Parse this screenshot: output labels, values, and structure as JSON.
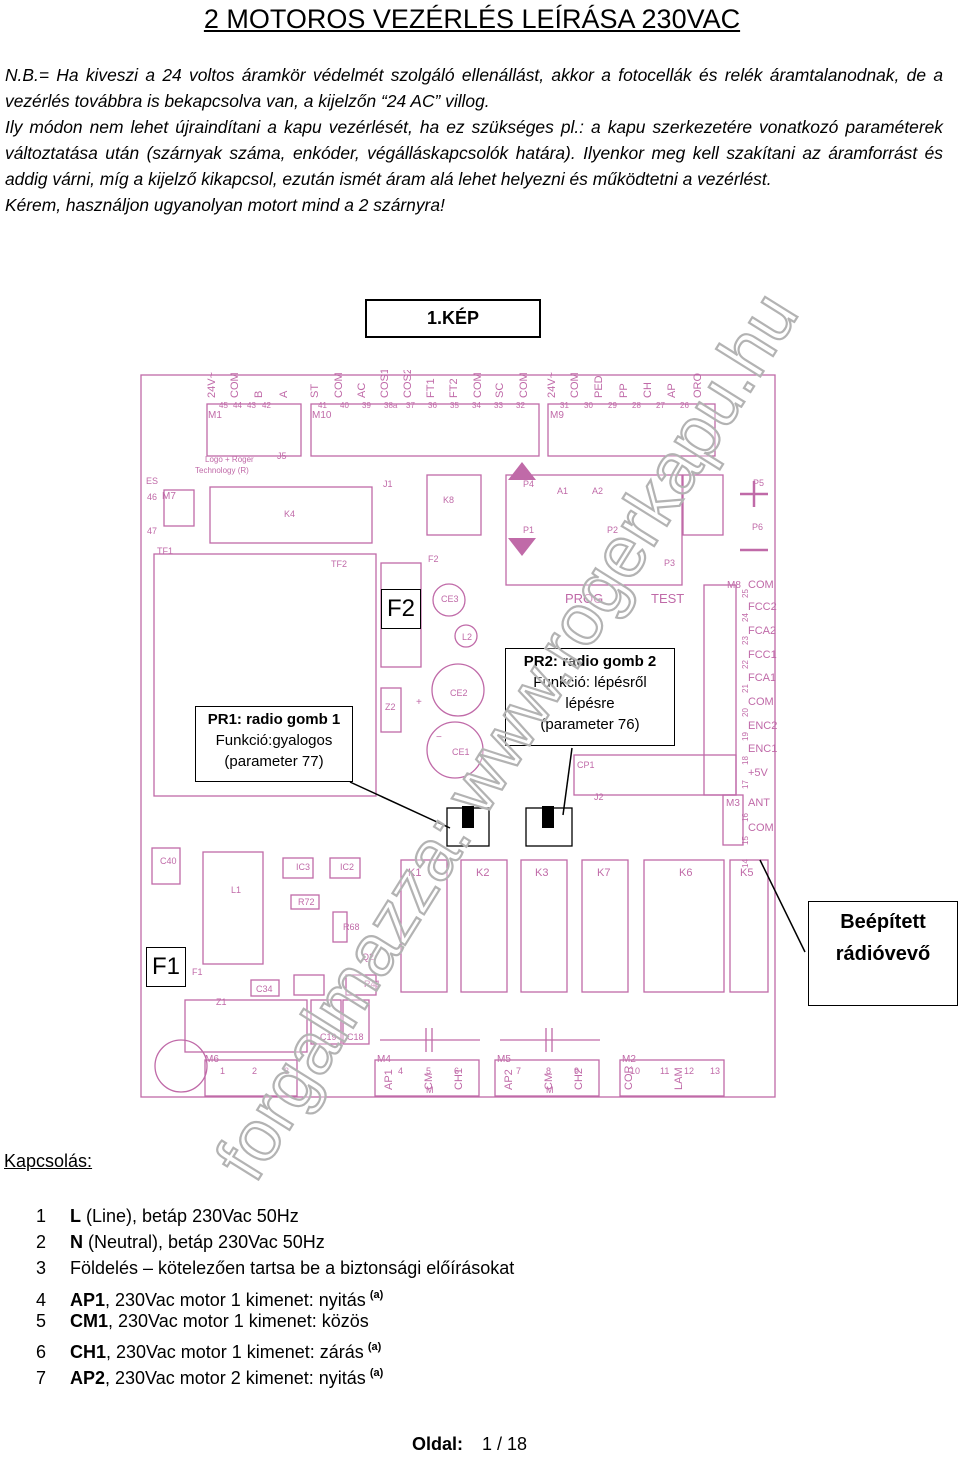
{
  "title": "2 MOTOROS VEZÉRLÉS LEÍRÁSA  230VAC",
  "intro": {
    "line1": "N.B.= Ha kiveszi a 24 voltos áramkör védelmét szolgáló ellenállást, akkor a fotocellák és relék áramtalanodnak, de a vezérlés továbbra is bekapcsolva van, a kijelzőn “24 AC” villog.",
    "line2": "Ily módon nem lehet újraindítani a kapu vezérlését, ha ez szükséges pl.: a kapu szerkezetére vonatkozó paraméterek változtatása után (szárnyak száma, enkóder, végálláskapcsolók határa). Ilyenkor meg kell szakítani az áramforrást és addig várni, míg a kijelző kikapcsol, ezután ismét áram alá lehet helyezni és működtetni a vezérlést.",
    "line3": "Kérem, használjon ugyanolyan motort mind a 2 szárnyra!"
  },
  "figure_label": "1.KÉP",
  "board": {
    "top_terminals": [
      "24V~",
      "COM",
      "B",
      "A",
      "ST",
      "COM",
      "AC",
      "COS1",
      "COS2",
      "FT1",
      "FT2",
      "COM",
      "SC",
      "COM",
      "24V~",
      "COM",
      "PED",
      "PP",
      "CH",
      "AP",
      "ORO"
    ],
    "top_numbers": [
      "45",
      "44",
      "43",
      "42",
      "41",
      "40",
      "39",
      "38a",
      "37",
      "36",
      "35",
      "34",
      "33",
      "32",
      "31",
      "30",
      "29",
      "28",
      "27",
      "26"
    ],
    "connectors": [
      "M1",
      "M10",
      "M9",
      "M7",
      "M8",
      "M3",
      "M6",
      "M4",
      "M5",
      "M2"
    ],
    "logo_line1": "Logo + Roger",
    "logo_line2": "Technology (R)",
    "components": [
      "K4",
      "K8",
      "F2",
      "CE3",
      "L2",
      "CE2",
      "CE1",
      "Z2",
      "TF1",
      "TF2",
      "ES",
      "46",
      "47",
      "P4",
      "P1",
      "P2",
      "P3",
      "A1",
      "A2",
      "P5",
      "P6",
      "PROG",
      "TEST",
      "CP1",
      "J2",
      "J5",
      "J1",
      "C40",
      "L1",
      "IC3",
      "IC2",
      "R72",
      "R68",
      "Q2",
      "R41",
      "C34",
      "C19",
      "C18",
      "Z1",
      "F1"
    ],
    "relays": [
      "K1",
      "K2",
      "K3",
      "K7",
      "K6",
      "K5"
    ],
    "right_terminals": [
      "COM",
      "FCC2",
      "FCA2",
      "FCC1",
      "FCA1",
      "COM",
      "ENC2",
      "ENC1",
      "+5V",
      "ANT",
      "COM"
    ],
    "right_numbers": [
      "25",
      "24",
      "23",
      "22",
      "21",
      "20",
      "19",
      "18",
      "17",
      "16",
      "15",
      "14"
    ],
    "bottom_terminals": [
      "AP1",
      "CM",
      "CH1",
      "AP2",
      "CM",
      "CH2",
      "COR",
      "LAM"
    ],
    "bottom_numbers": [
      "1",
      "2",
      "3",
      "4",
      "5",
      "6",
      "7",
      "8",
      "9",
      "10",
      "11",
      "12",
      "13"
    ],
    "motor_symbol": "M",
    "plus_sign": "+",
    "minus_sign": "−"
  },
  "callouts": {
    "f2": "F2",
    "f1": "F1",
    "pr1": {
      "title": "PR1: radio gomb 1",
      "line2": "Funkció:gyalogos",
      "line3": "(parameter 77)"
    },
    "pr2": {
      "title": "PR2: radio gomb 2",
      "line2": "Funkció: lépésről",
      "line3": "lépésre",
      "line4": "(parameter 76)"
    },
    "radio_line1": "Beépített",
    "radio_line2": "rádióvevő"
  },
  "section_heading": "Kapcsolás:",
  "connections": [
    {
      "num": "1",
      "key": "L",
      "text": " (Line), betáp 230Vac 50Hz",
      "sup": ""
    },
    {
      "num": "2",
      "key": "N",
      "text": " (Neutral), betáp 230Vac 50Hz",
      "sup": ""
    },
    {
      "num": "3",
      "key": "",
      "text": "Földelés – kötelezően tartsa be a biztonsági előírásokat",
      "sup": ""
    },
    {
      "num": "4",
      "key": "AP1",
      "text": ", 230Vac motor 1 kimenet: nyitás",
      "sup": "(a)"
    },
    {
      "num": "5",
      "key": "CM1",
      "text": ", 230Vac motor 1 kimenet: közös",
      "sup": ""
    },
    {
      "num": "6",
      "key": "CH1",
      "text": ", 230Vac motor 1 kimenet: zárás",
      "sup": "(a)"
    },
    {
      "num": "7",
      "key": "AP2",
      "text": ", 230Vac motor 2 kimenet: nyitás",
      "sup": "(a)"
    }
  ],
  "footer": {
    "label": "Oldal:",
    "value": "1 / 18"
  },
  "watermark": "forgalmazza: www.rogerkapu.hu",
  "colors": {
    "board_lines": "#c06aa8",
    "watermark": "#b3b3b3"
  }
}
